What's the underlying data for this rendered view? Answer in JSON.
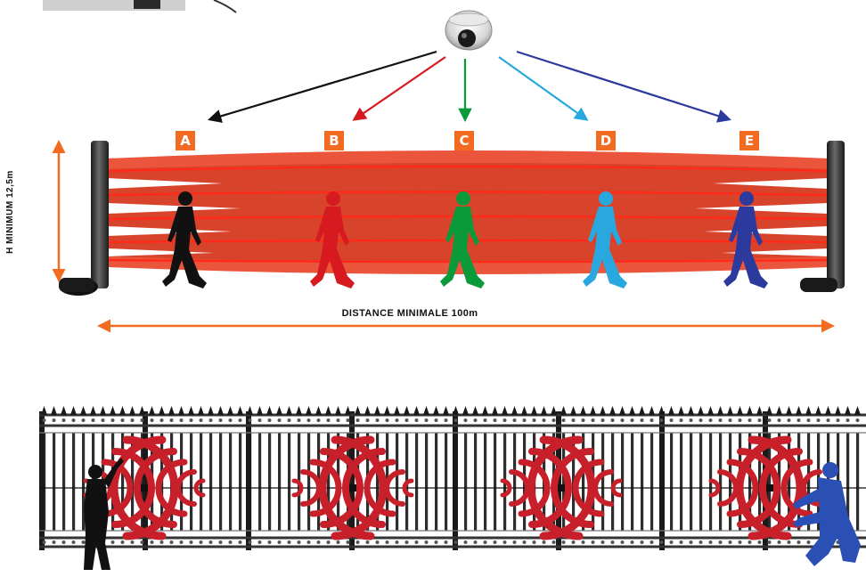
{
  "zones": [
    {
      "label": "A",
      "color": "#111111"
    },
    {
      "label": "B",
      "color": "#d71920"
    },
    {
      "label": "C",
      "color": "#0a9a3a"
    },
    {
      "label": "D",
      "color": "#29a8e0"
    },
    {
      "label": "E",
      "color": "#2b3a9c"
    }
  ],
  "labels": {
    "height": "H MINIMUM 12,5m",
    "distance": "DISTANCE MINIMALE 100m"
  },
  "colors": {
    "accent": "#f26b21",
    "beam": "#e8472a",
    "beam_core": "#c9361f",
    "wave": "#c8202a",
    "fence": "#333333"
  },
  "icons": {
    "camera": "dome-camera-icon",
    "post": "infrared-post-icon",
    "person": "walking-person-icon"
  }
}
